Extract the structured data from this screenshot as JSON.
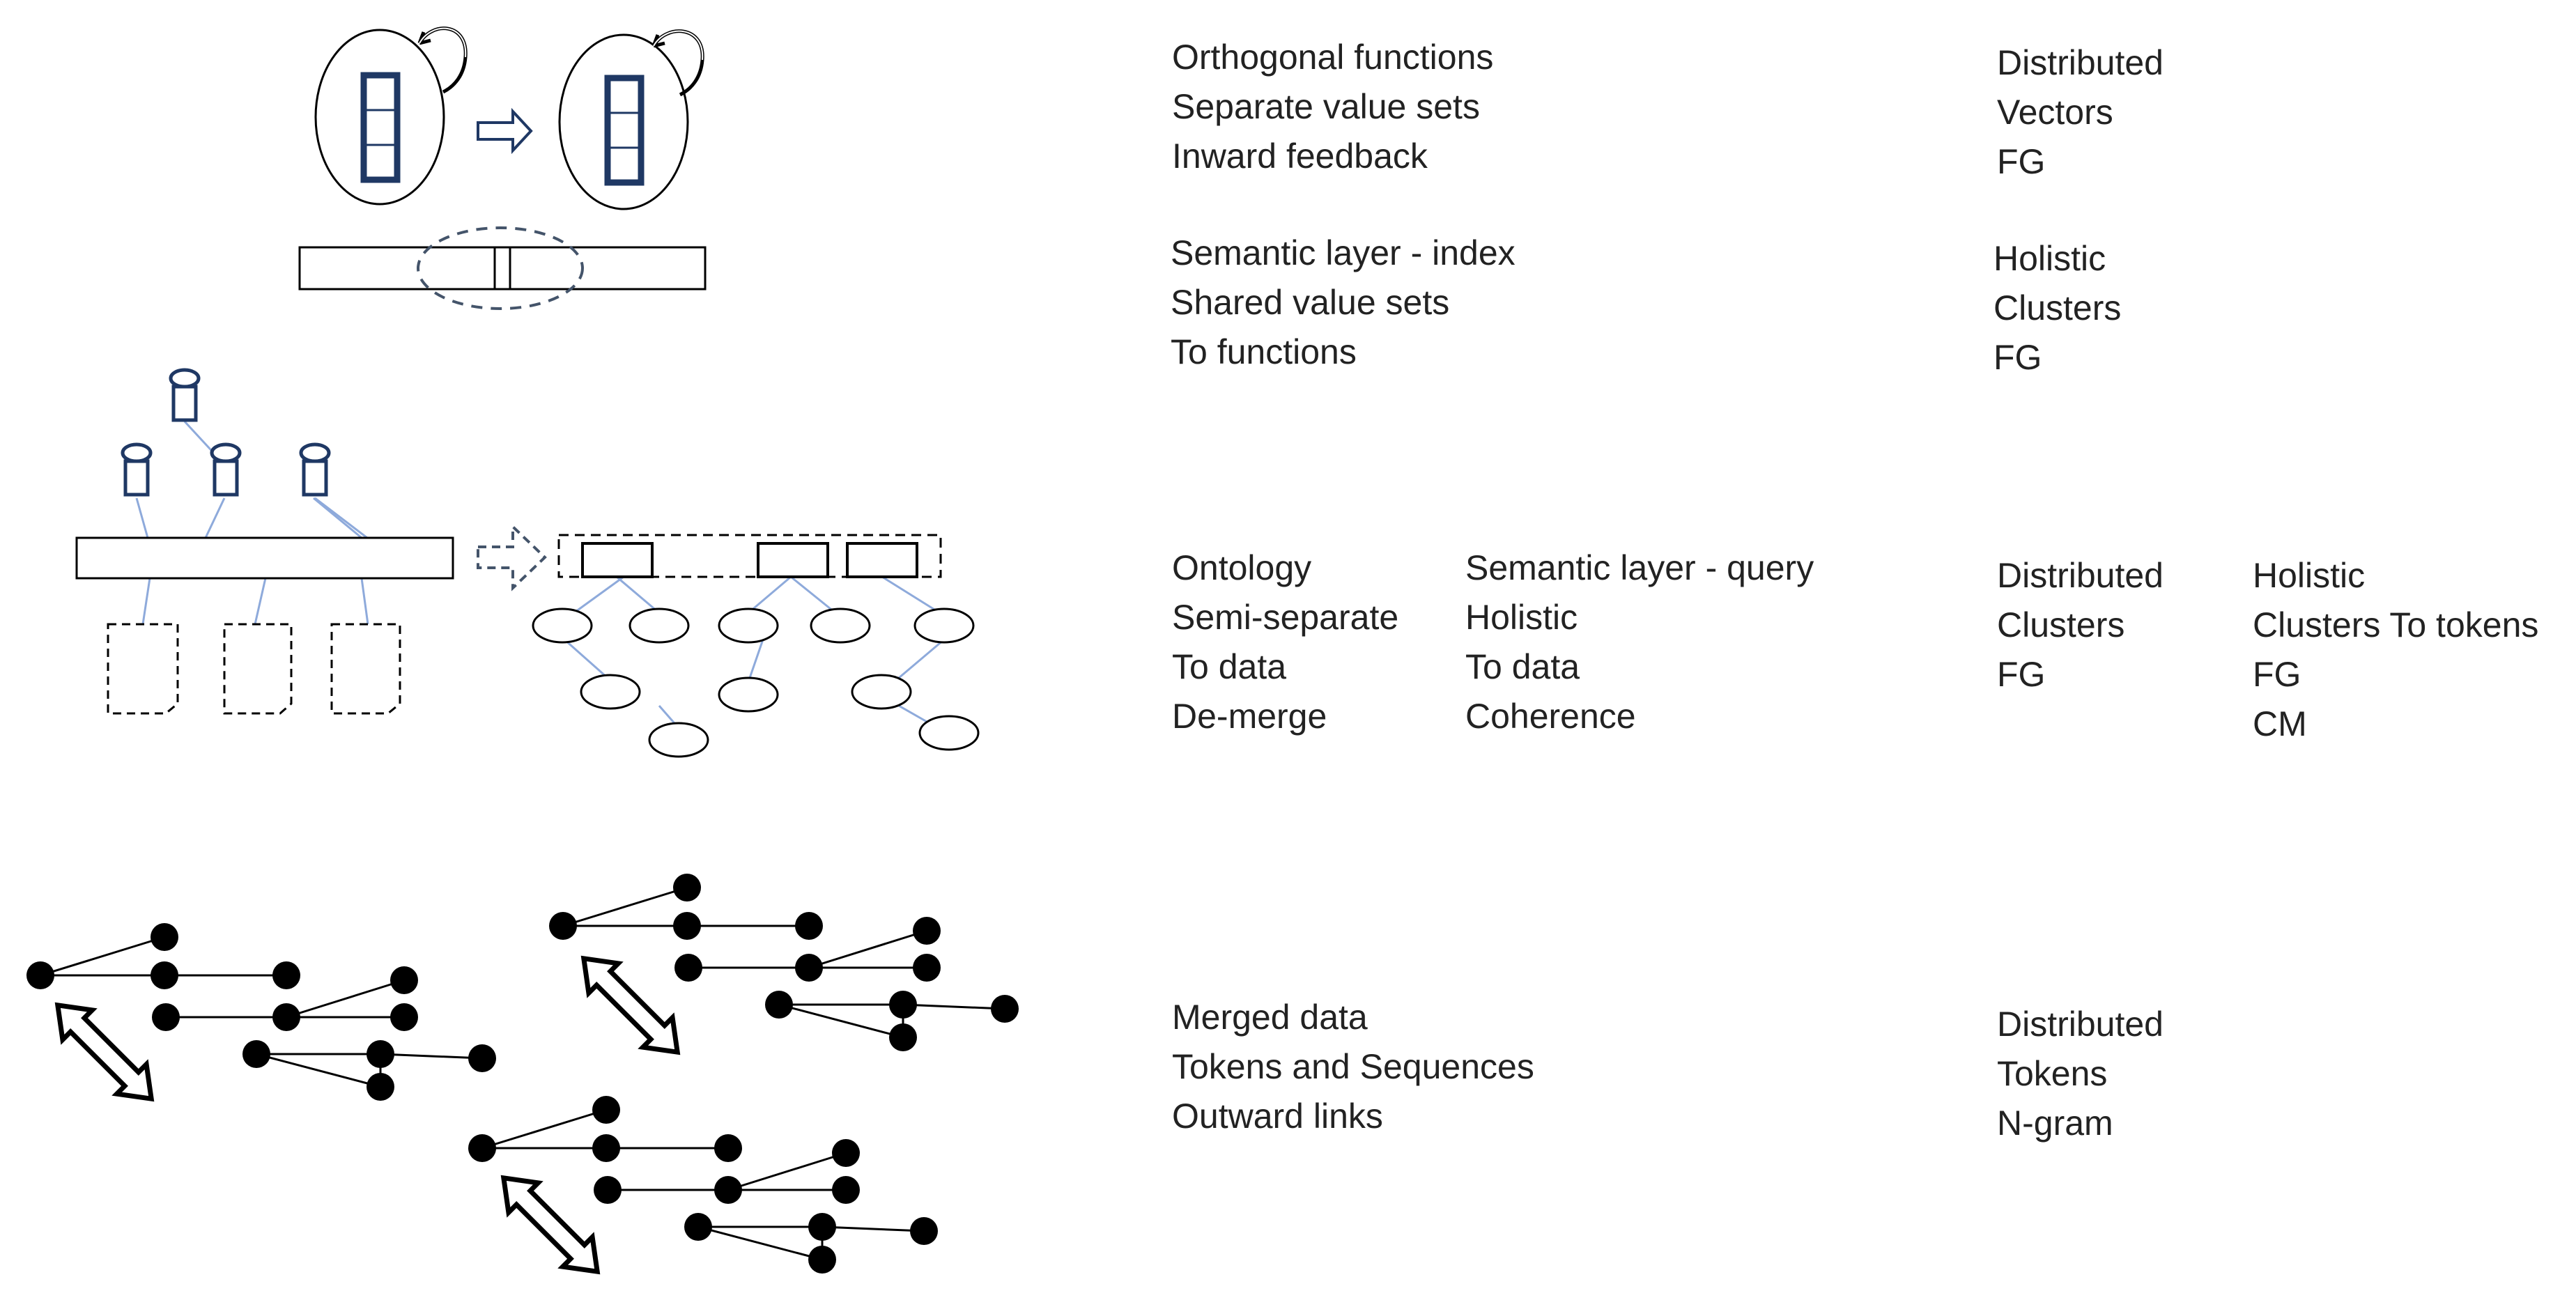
{
  "rows": {
    "row1": {
      "description_lines": [
        "Orthogonal functions",
        "Separate value sets",
        "Inward feedback"
      ],
      "property_lines": [
        "Distributed",
        "Vectors",
        "FG"
      ]
    },
    "row2": {
      "description_lines": [
        "Semantic layer - index",
        "Shared value sets",
        "To functions"
      ],
      "property_lines": [
        "Holistic",
        "Clusters",
        "FG"
      ]
    },
    "row3": {
      "description_left_lines": [
        "Ontology",
        "Semi-separate",
        "To data",
        "De-merge"
      ],
      "description_right_lines": [
        "Semantic layer - query",
        "Holistic",
        "To data",
        "Coherence"
      ],
      "property_left_lines": [
        "Distributed",
        "Clusters",
        "FG"
      ],
      "property_right_lines": [
        "Holistic",
        "Clusters To tokens",
        "FG",
        "CM"
      ]
    },
    "row4": {
      "description_lines": [
        "Merged data",
        "Tokens and Sequences",
        "Outward links"
      ],
      "property_lines": [
        "Distributed",
        "Tokens",
        "N-gram"
      ]
    }
  },
  "colors": {
    "dark_navy": "#1f3864",
    "link_blue": "#8eaadb",
    "dashed_blue": "#44546a",
    "ink": "#000000",
    "text": "#222222"
  }
}
